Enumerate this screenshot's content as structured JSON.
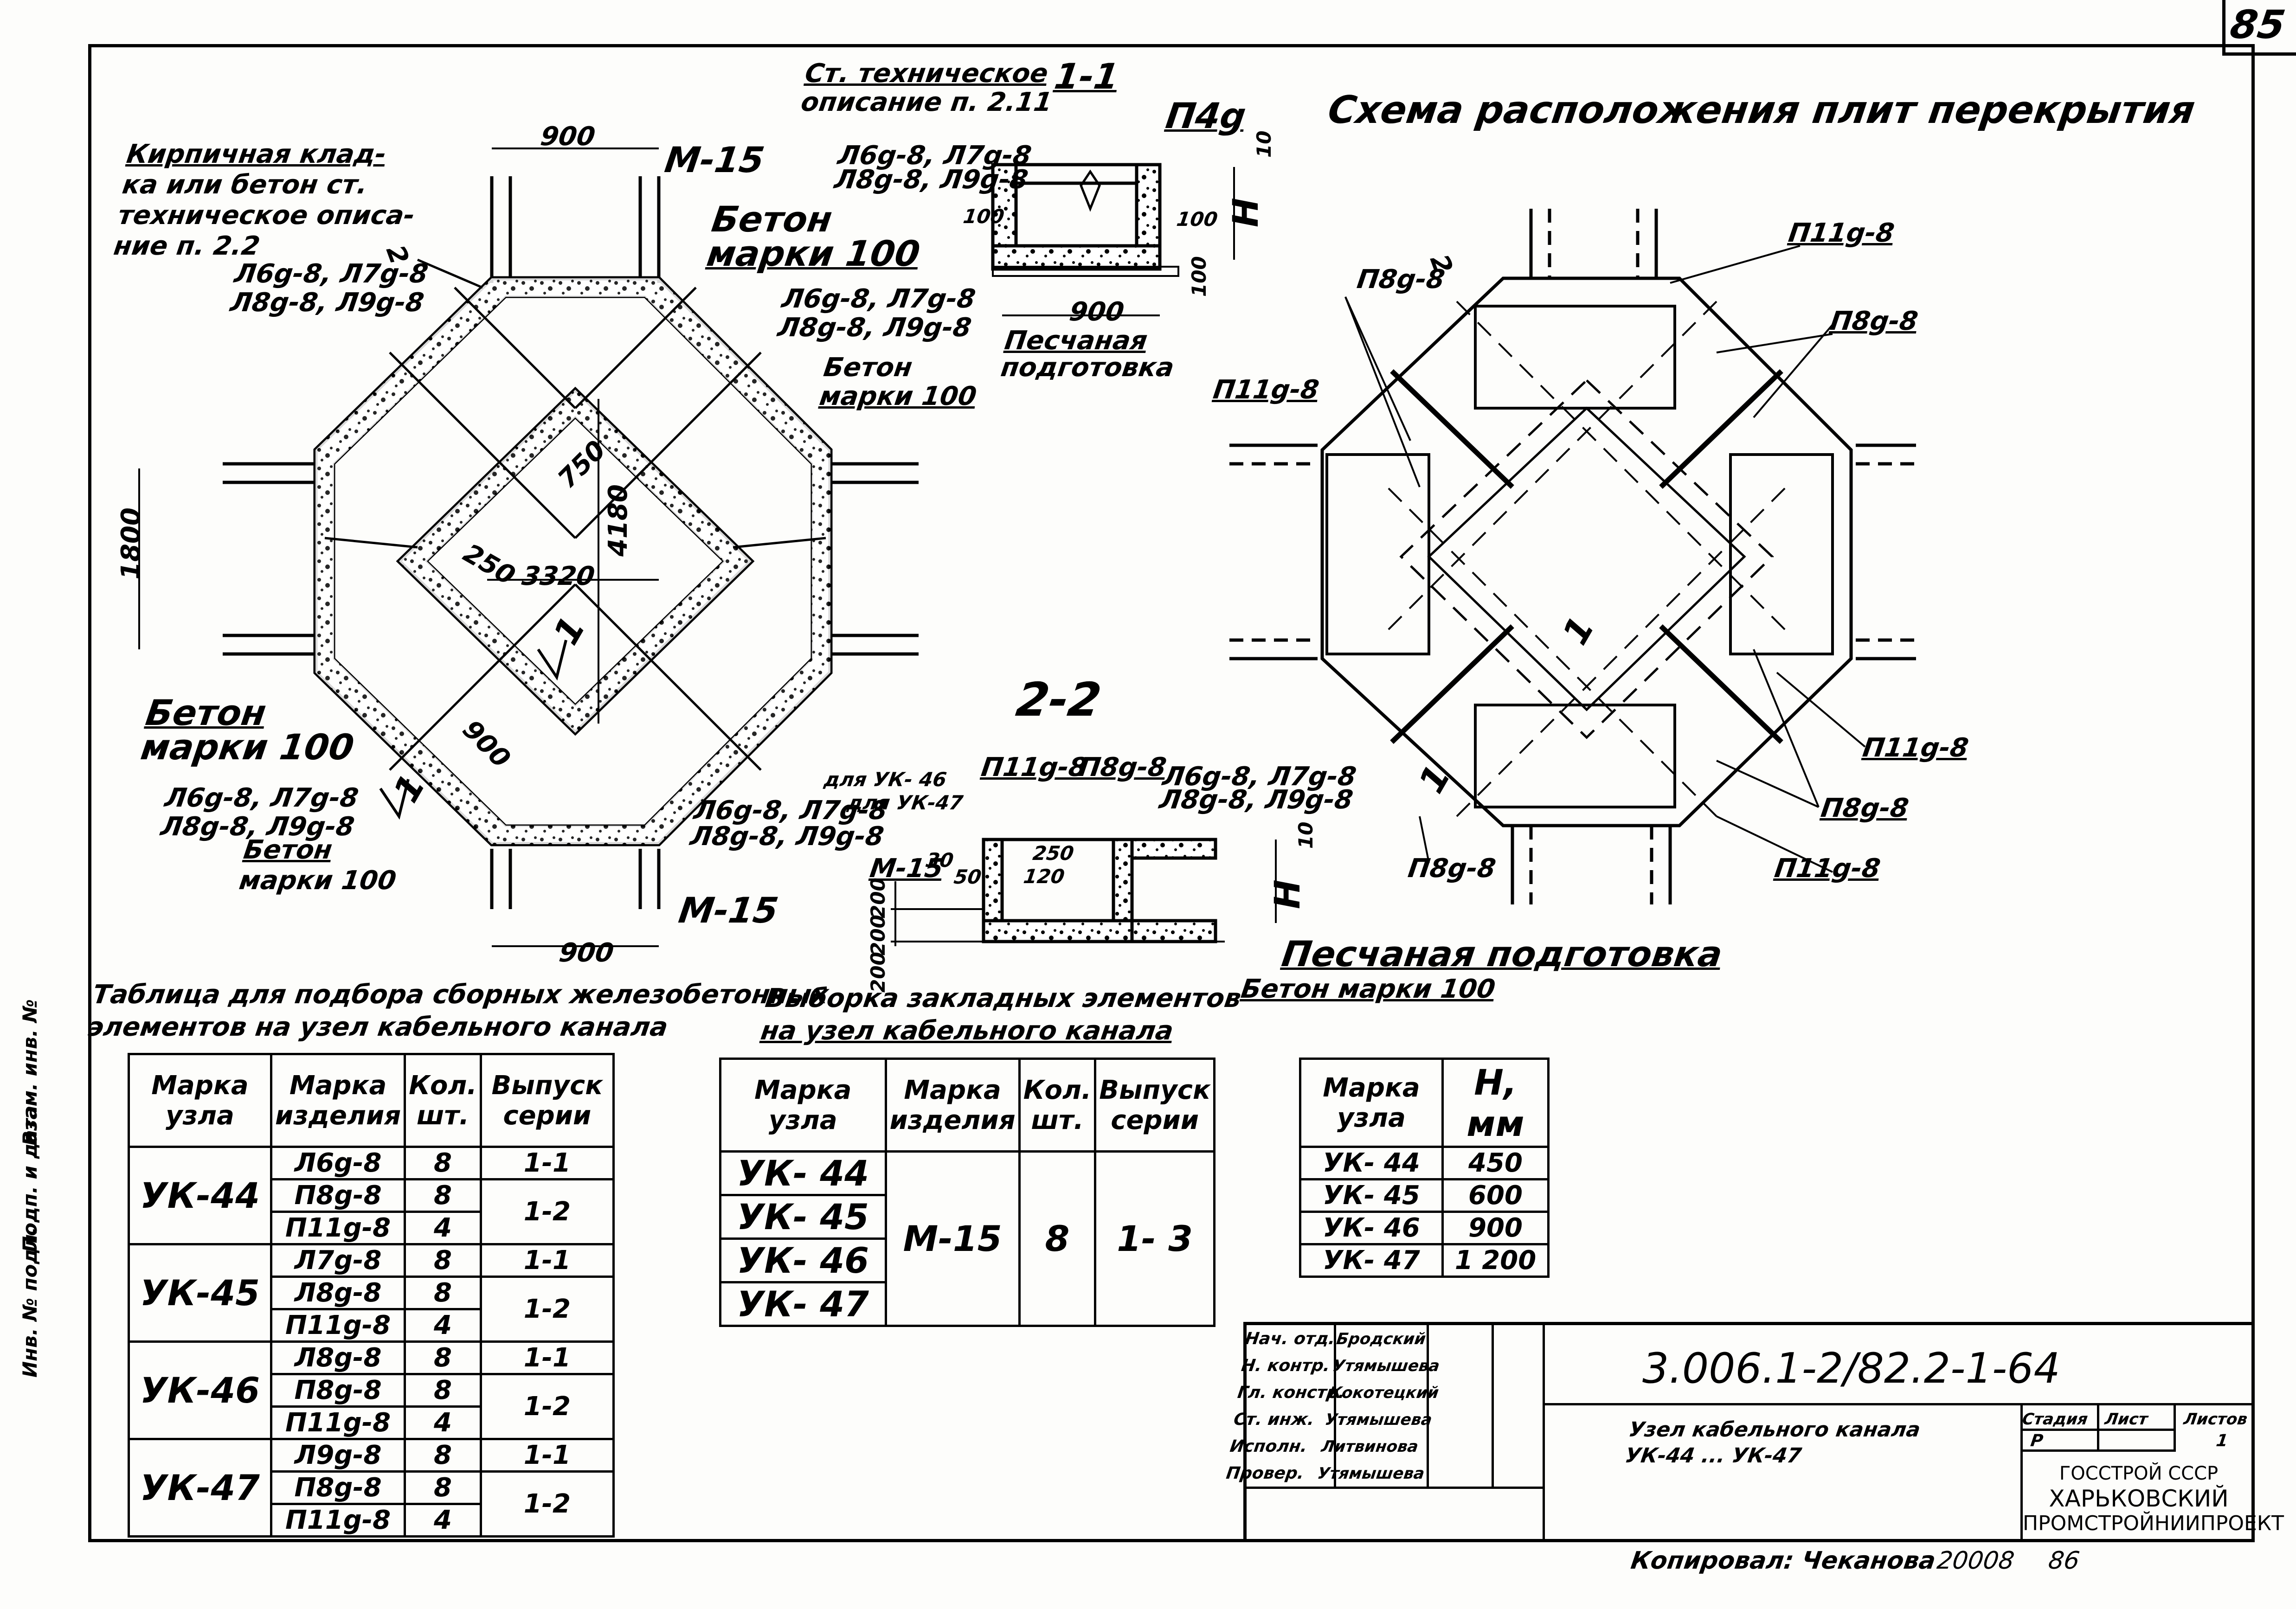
{
  "page_number": "85",
  "plan_left": {
    "callout_masonry": [
      "Кирпичная клад-",
      "ка или бетон ст.",
      "техническое описа-",
      "ние п. 2.2"
    ],
    "dim_top": "900",
    "dim_bottom": "900",
    "dim_left": "1800",
    "dim_750": "750",
    "dim_250": "250",
    "dim_4180": "4180",
    "dim_3320": "3320",
    "dim_900_diag": "900",
    "mark_m15_top": "М-15",
    "mark_m15_bottom": "М-15",
    "concrete_label_1": [
      "Бетон",
      "марки 100"
    ],
    "concrete_label_2": [
      "Бетон",
      "марки 100"
    ],
    "concrete_label_3": [
      "Бетон",
      "марки 100"
    ],
    "concrete_label_4": [
      "Бетон",
      "марки 100"
    ],
    "lintels_1": [
      "Л6g-8, Л7g-8",
      "Л8g-8, Л9g-8"
    ],
    "lintels_2": [
      "Л6g-8, Л7g-8",
      "Л8g-8, Л9g-8"
    ],
    "lintels_3": [
      "Л6g-8, Л7g-8",
      "Л8g-8, Л9g-8"
    ],
    "lintels_4": [
      "Л6g-8, Л7g-8",
      "Л8g-8, Л9g-8"
    ],
    "section_mark": "1",
    "section_mark_2": "2",
    "section_mark_1b": "1"
  },
  "section_1_1": {
    "title": "1-1",
    "callout_wall": [
      "Ст. техническое",
      "описание п. 2.11"
    ],
    "lintels": [
      "Л6g-8, Л7g-8",
      "Л8g-8, Л9g-8"
    ],
    "plate": "П4g",
    "dim_100_left": "100",
    "dim_100_right": "100",
    "dim_100_bottom": "100",
    "dim_900": "900",
    "dim_10": "10",
    "dim_h": "H",
    "sand_label": [
      "Песчаная",
      "подготовка"
    ]
  },
  "section_2_2": {
    "title": "2-2",
    "for_uk46": "для УК- 46",
    "for_uk47": "для УК-47",
    "plate_p11": "П11g-8",
    "plate_p8": "П8g-8",
    "lintels": [
      "Л6g-8, Л7g-8",
      "Л8g-8, Л9g-8"
    ],
    "mark_m15": "М-15",
    "dims": [
      "30",
      "50",
      "250",
      "120",
      "200",
      "200",
      "200"
    ],
    "dim_h": "H",
    "dim_10": "10",
    "sand_label": "Песчаная подготовка",
    "concrete_label": "Бетон марки 100"
  },
  "plan_right": {
    "title": "Схема расположения плит перекрытия",
    "labels": [
      "П11g-8",
      "П8g-8",
      "П8g-8",
      "П11g-8",
      "П11g-8",
      "П8g-8",
      "П8g-8",
      "П11g-8"
    ],
    "section_mark_2": "2",
    "section_mark_1": "1",
    "section_mark_1b": "1"
  },
  "table_1": {
    "title": [
      "Таблица для подбора сборных железобетонных",
      "элементов на узел кабельного канала"
    ],
    "headers": [
      "Марка узла",
      "Марка изделия",
      "Кол. шт.",
      "Выпуск серии"
    ],
    "groups": [
      {
        "node": "УК-44",
        "rows": [
          [
            "Л6g-8",
            "8",
            "1-1"
          ],
          [
            "П8g-8",
            "8",
            ""
          ],
          [
            "П11g-8",
            "4",
            "1-2"
          ]
        ]
      },
      {
        "node": "УК-45",
        "rows": [
          [
            "Л7g-8",
            "8",
            "1-1"
          ],
          [
            "Л8g-8",
            "8",
            ""
          ],
          [
            "П11g-8",
            "4",
            "1-2"
          ]
        ]
      },
      {
        "node": "УК-46",
        "rows": [
          [
            "Л8g-8",
            "8",
            "1-1"
          ],
          [
            "П8g-8",
            "8",
            ""
          ],
          [
            "П11g-8",
            "4",
            "1-2"
          ]
        ]
      },
      {
        "node": "УК-47",
        "rows": [
          [
            "Л9g-8",
            "8",
            "1-1"
          ],
          [
            "П8g-8",
            "8",
            ""
          ],
          [
            "П11g-8",
            "4",
            "1-2"
          ]
        ]
      }
    ]
  },
  "table_2": {
    "title": [
      "Выборка закладных элементов",
      "на узел кабельного канала"
    ],
    "headers": [
      "Марка узла",
      "Марка изделия",
      "Кол. шт.",
      "Выпуск серии"
    ],
    "nodes": [
      "УК- 44",
      "УК- 45",
      "УК- 46",
      "УК- 47"
    ],
    "product": "М-15",
    "qty": "8",
    "series": "1- 3"
  },
  "table_3": {
    "headers": [
      "Марка узла",
      "H, мм"
    ],
    "rows": [
      [
        "УК- 44",
        "450"
      ],
      [
        "УК- 45",
        "600"
      ],
      [
        "УК- 46",
        "900"
      ],
      [
        "УК- 47",
        "1 200"
      ]
    ]
  },
  "stamp": {
    "code": "3.006.1-2/82.2-1-64",
    "roles": [
      "Нач. отд.",
      "Н. контр.",
      "Гл. констр.",
      "Ст. инж.",
      "Исполн.",
      "Провер."
    ],
    "names": [
      "Бродский",
      "Утямышева",
      "Кокотецкий",
      "Утямышева",
      "Литвинова",
      "Утямышева"
    ],
    "title": [
      "Узел кабельного канала",
      "УК-44 ... УК-47"
    ],
    "col_stage": "Стадия",
    "col_sheet": "Лист",
    "col_sheets": "Листов",
    "stage": "Р",
    "sheets": "1",
    "org": [
      "ГОССТРОЙ СССР",
      "ХАРЬКОВСКИЙ",
      "ПРОМСТРОЙНИИПРОЕКТ"
    ]
  },
  "footer": {
    "copied": "Копировал: Чеканова",
    "order": "20008",
    "format": "86"
  },
  "left_margin_stamps": [
    "Инв. № подл.",
    "Подп. и дата",
    "Взам. инв. №"
  ]
}
